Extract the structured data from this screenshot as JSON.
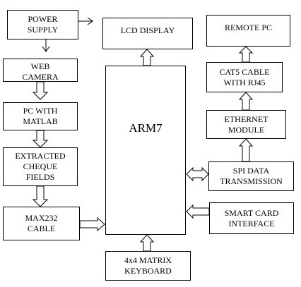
{
  "boxes": {
    "power_supply": "POWER\nSUPPLY",
    "web_camera": "WEB\nCAMERA",
    "pc_matlab": "PC WITH\nMATLAB",
    "extracted_fields": "EXTRACTED\nCHEQUE\nFIELDS",
    "max232": "MAX232\nCABLE",
    "lcd_display": "LCD DISPLAY",
    "arm7": "ARM7",
    "keyboard": "4x4 MATRIX\nKEYBOARD",
    "remote_pc": "REMOTE PC",
    "cat5_cable": "CAT5 CABLE\nWITH RJ45",
    "ethernet_module": "ETHERNET\nMODULE",
    "spi_data": "SPI DATA\nTRANSMISSION",
    "smart_card": "SMART CARD\nINTERFACE"
  }
}
